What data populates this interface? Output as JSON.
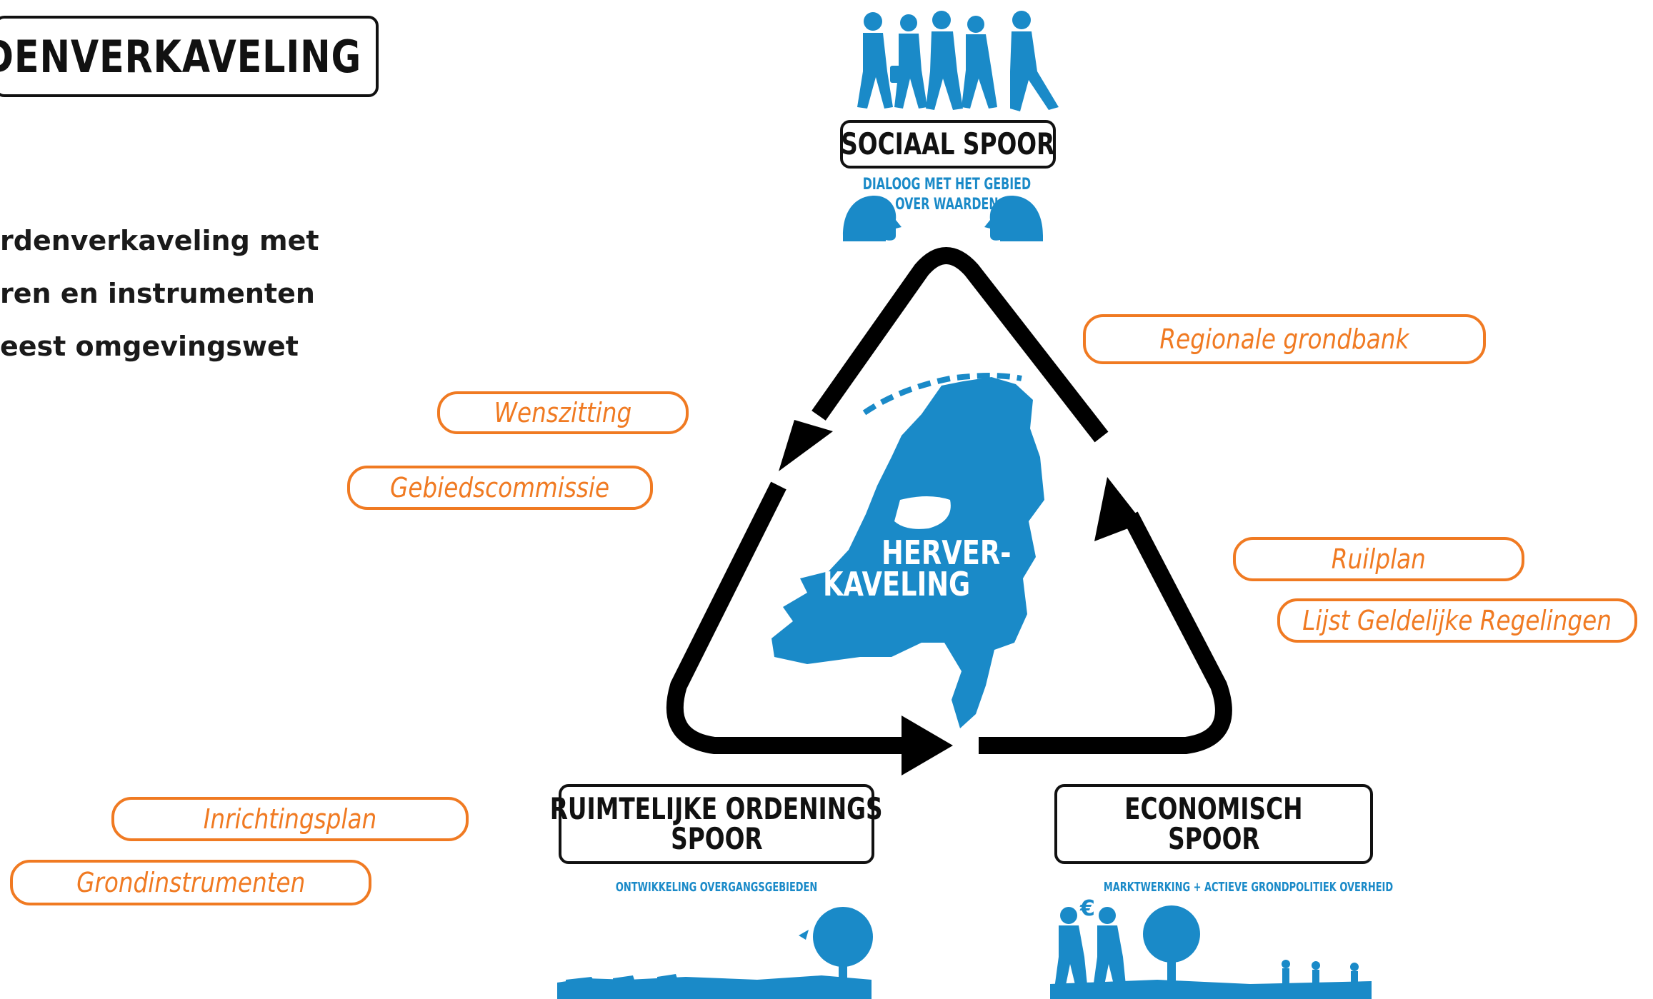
{
  "title": "RDENVERKAVELING",
  "subtitle_lines": [
    "rdenverkaveling met",
    "ren en instrumenten",
    "eest omgevingswet"
  ],
  "tracks": {
    "social": {
      "label": "SOCIAAL SPOOR",
      "caption_line1": "DIALOOG MET HET GEBIED",
      "caption_line2": "OVER WAARDEN"
    },
    "spatial": {
      "label_line1": "RUIMTELIJKE ORDENINGS",
      "label_line2": "SPOOR",
      "caption": "ONTWIKKELING OVERGANGSGEBIEDEN"
    },
    "economic": {
      "label_line1": "ECONOMISCH",
      "label_line2": "SPOOR",
      "caption": "MARKTWERKING + ACTIEVE GRONDPOLITIEK OVERHEID"
    }
  },
  "center_label": {
    "line1": "HERVER-",
    "line2": "KAVELING"
  },
  "instruments": {
    "regionale_grondbank": "Regionale grondbank",
    "wenszitting": "Wenszitting",
    "gebiedscommissie": "Gebiedscommissie",
    "ruilplan": "Ruilplan",
    "lijst_geldelijke_regelingen": "Lijst Geldelijke Regelingen",
    "inrichtingsplan": "Inrichtingsplan",
    "grondinstrumenten": "Grondinstrumenten"
  },
  "colors": {
    "accent_orange": "#f07a22",
    "illustration_blue": "#1a8ac8",
    "stroke": "#111111"
  },
  "icons": [
    "people-walking-icon",
    "head-profile-icon",
    "netherlands-map",
    "tree-icon",
    "handshake-euro-icon",
    "cow-icon",
    "bird-icon"
  ]
}
